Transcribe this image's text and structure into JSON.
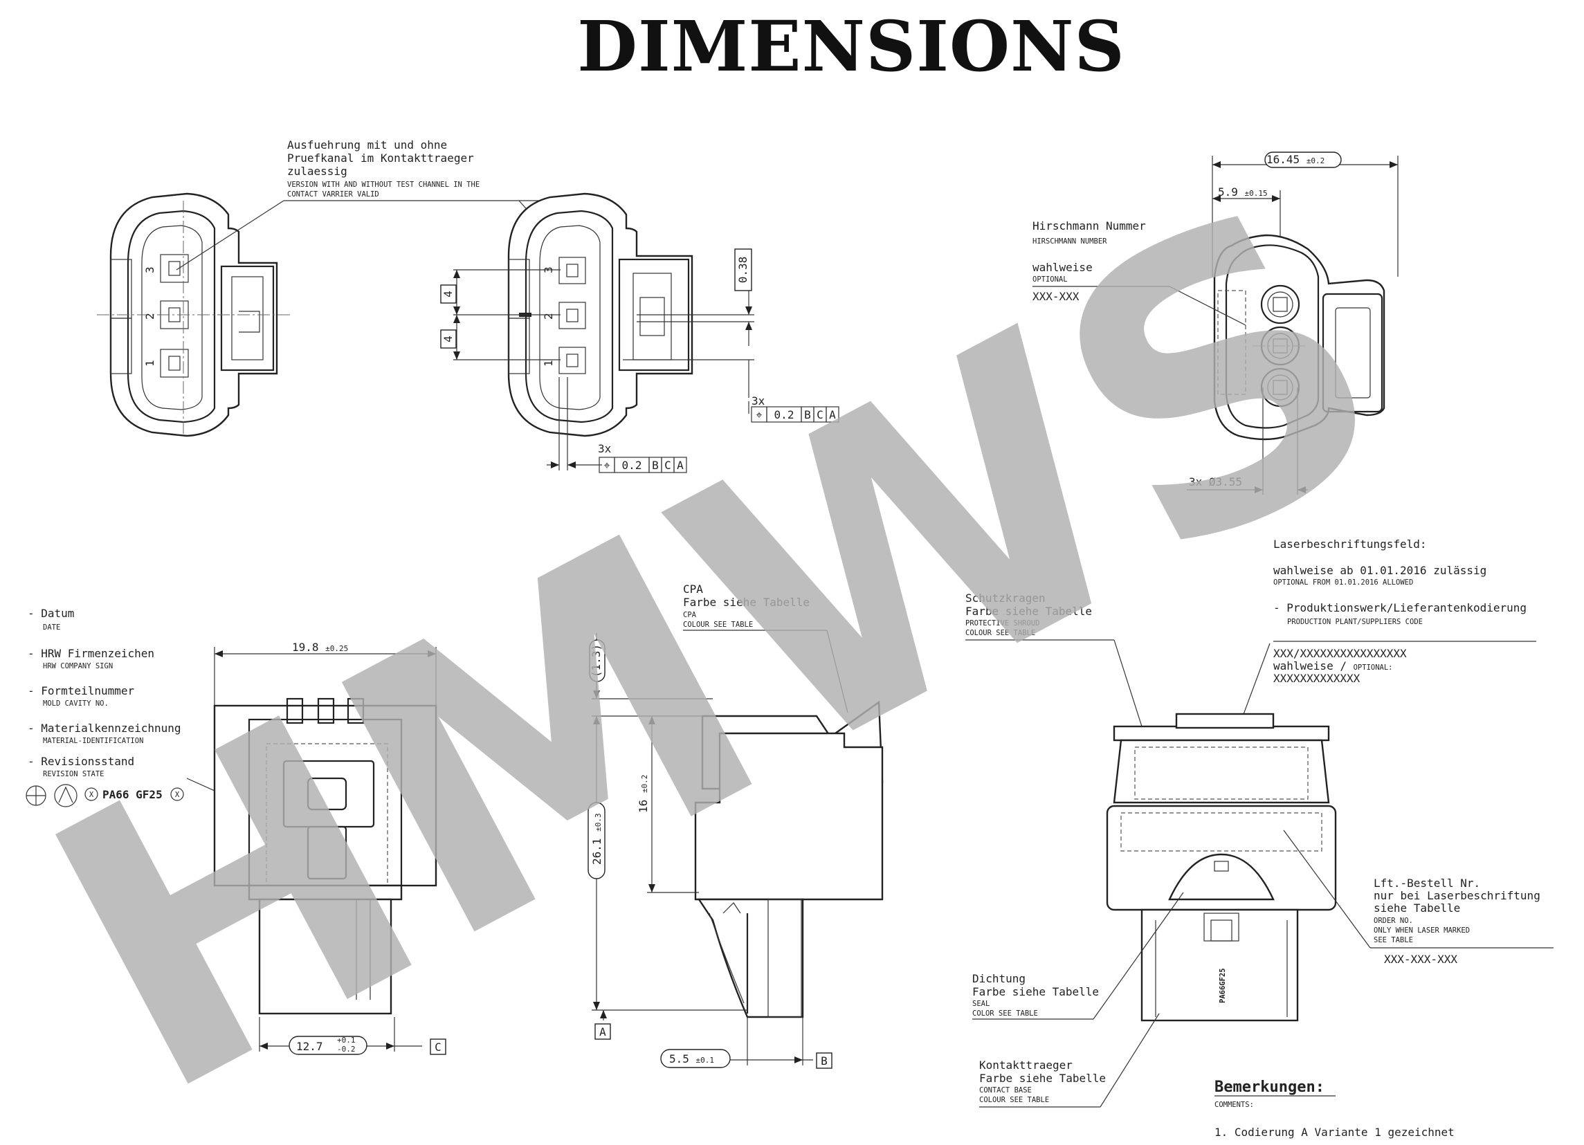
{
  "title": "DIMENSIONS",
  "watermark": "HMWS",
  "views": {
    "front_left": {
      "note_de_1": "Ausfuehrung mit und ohne",
      "note_de_2": "Pruefkanal im Kontakttraeger",
      "note_de_3": "zulaessig",
      "note_en_1": "VERSION WITH AND WITHOUT TEST CHANNEL IN THE",
      "note_en_2": "CONTACT VARRIER VALID",
      "pin_labels": [
        "3",
        "2",
        "1"
      ]
    },
    "front_right": {
      "dim_pitch_1": "4",
      "dim_pitch_2": "4",
      "dim_038": "0.38",
      "fcf_count_1": "3x",
      "fcf_1": [
        "⌖",
        "0.2",
        "B",
        "C",
        "A"
      ],
      "fcf_count_2": "3x",
      "fcf_2": [
        "⌖",
        "0.2",
        "B",
        "C",
        "A"
      ]
    },
    "rear": {
      "dim_width": "16.45",
      "dim_width_tol": "±0.2",
      "dim_offset": "5.9",
      "dim_offset_tol": "±0.15",
      "hirschmann_de": "Hirschmann Nummer",
      "hirschmann_en": "HIRSCHMANN NUMBER",
      "optional_de": "wahlweise",
      "optional_en": "OPTIONAL",
      "number_format": "XXX-XXX",
      "hole_count": "3x",
      "hole_dia": "Ø3.55"
    },
    "legend": [
      {
        "de": "- Datum",
        "en": "DATE"
      },
      {
        "de": "- HRW Firmenzeichen",
        "en": "HRW COMPANY SIGN"
      },
      {
        "de": "- Formteilnummer",
        "en": "MOLD CAVITY NO."
      },
      {
        "de": "- Materialkennzeichnung",
        "en": "MATERIAL-IDENTIFICATION"
      },
      {
        "de": "- Revisionsstand",
        "en": "REVISION STATE"
      }
    ],
    "material_mark": "PA66 GF25",
    "front_side": {
      "dim_width": "19.8",
      "dim_width_tol": "±0.25",
      "dim_bottom": "12.7",
      "dim_bottom_tol_up": "+0.1",
      "dim_bottom_tol_down": "-0.2",
      "datum_c": "C"
    },
    "side": {
      "cpa_de_1": "CPA",
      "cpa_de_2": "Farbe siehe Tabelle",
      "cpa_en_1": "CPA",
      "cpa_en_2": "COLOUR SEE TABLE",
      "dim_13": "(1.3)",
      "dim_16": "16",
      "dim_16_tol": "±0.2",
      "dim_261": "26.1",
      "dim_261_tol": "±0.3",
      "dim_55": "5.5",
      "dim_55_tol": "±0.1",
      "datum_a": "A",
      "datum_b": "B"
    },
    "iso": {
      "laser_field": "Laserbeschriftungsfeld:",
      "laser_opt_de": "wahlweise ab 01.01.2016 zulässig",
      "laser_opt_en": "OPTIONAL FROM 01.01.2016 ALLOWED",
      "plant_de": "- Produktionswerk/Lieferantenkodierung",
      "plant_en": "PRODUCTION PLANT/SUPPLIERS CODE",
      "plant_code": "XXX/XXXXXXXXXXXXXXXX",
      "plant_opt_de": "wahlweise /",
      "plant_opt_en": "OPTIONAL:",
      "plant_opt_code": "XXXXXXXXXXXXX",
      "shroud_de_1": "Schutzkragen",
      "shroud_de_2": "Farbe siehe Tabelle",
      "shroud_en_1": "PROTECTIVE SHROUD",
      "shroud_en_2": "COLOUR SEE TABLE",
      "order_de_1": "Lft.-Bestell Nr.",
      "order_de_2": "nur bei Laserbeschriftung",
      "order_de_3": "siehe Tabelle",
      "order_en_1": "ORDER NO.",
      "order_en_2": "ONLY WHEN LASER MARKED",
      "order_en_3": "SEE TABLE",
      "order_code": "XXX-XXX-XXX",
      "seal_de_1": "Dichtung",
      "seal_de_2": "Farbe siehe Tabelle",
      "seal_en_1": "SEAL",
      "seal_en_2": "COLOR SEE TABLE",
      "contact_de_1": "Kontakttraeger",
      "contact_de_2": "Farbe siehe Tabelle",
      "contact_en_1": "CONTACT BASE",
      "contact_en_2": "COLOUR SEE TABLE",
      "part_mark": "PA66GF25"
    },
    "comments": {
      "heading": "Bemerkungen:",
      "heading_en": "COMMENTS:",
      "item_1": "1. Codierung A Variante 1 gezeichnet"
    }
  }
}
